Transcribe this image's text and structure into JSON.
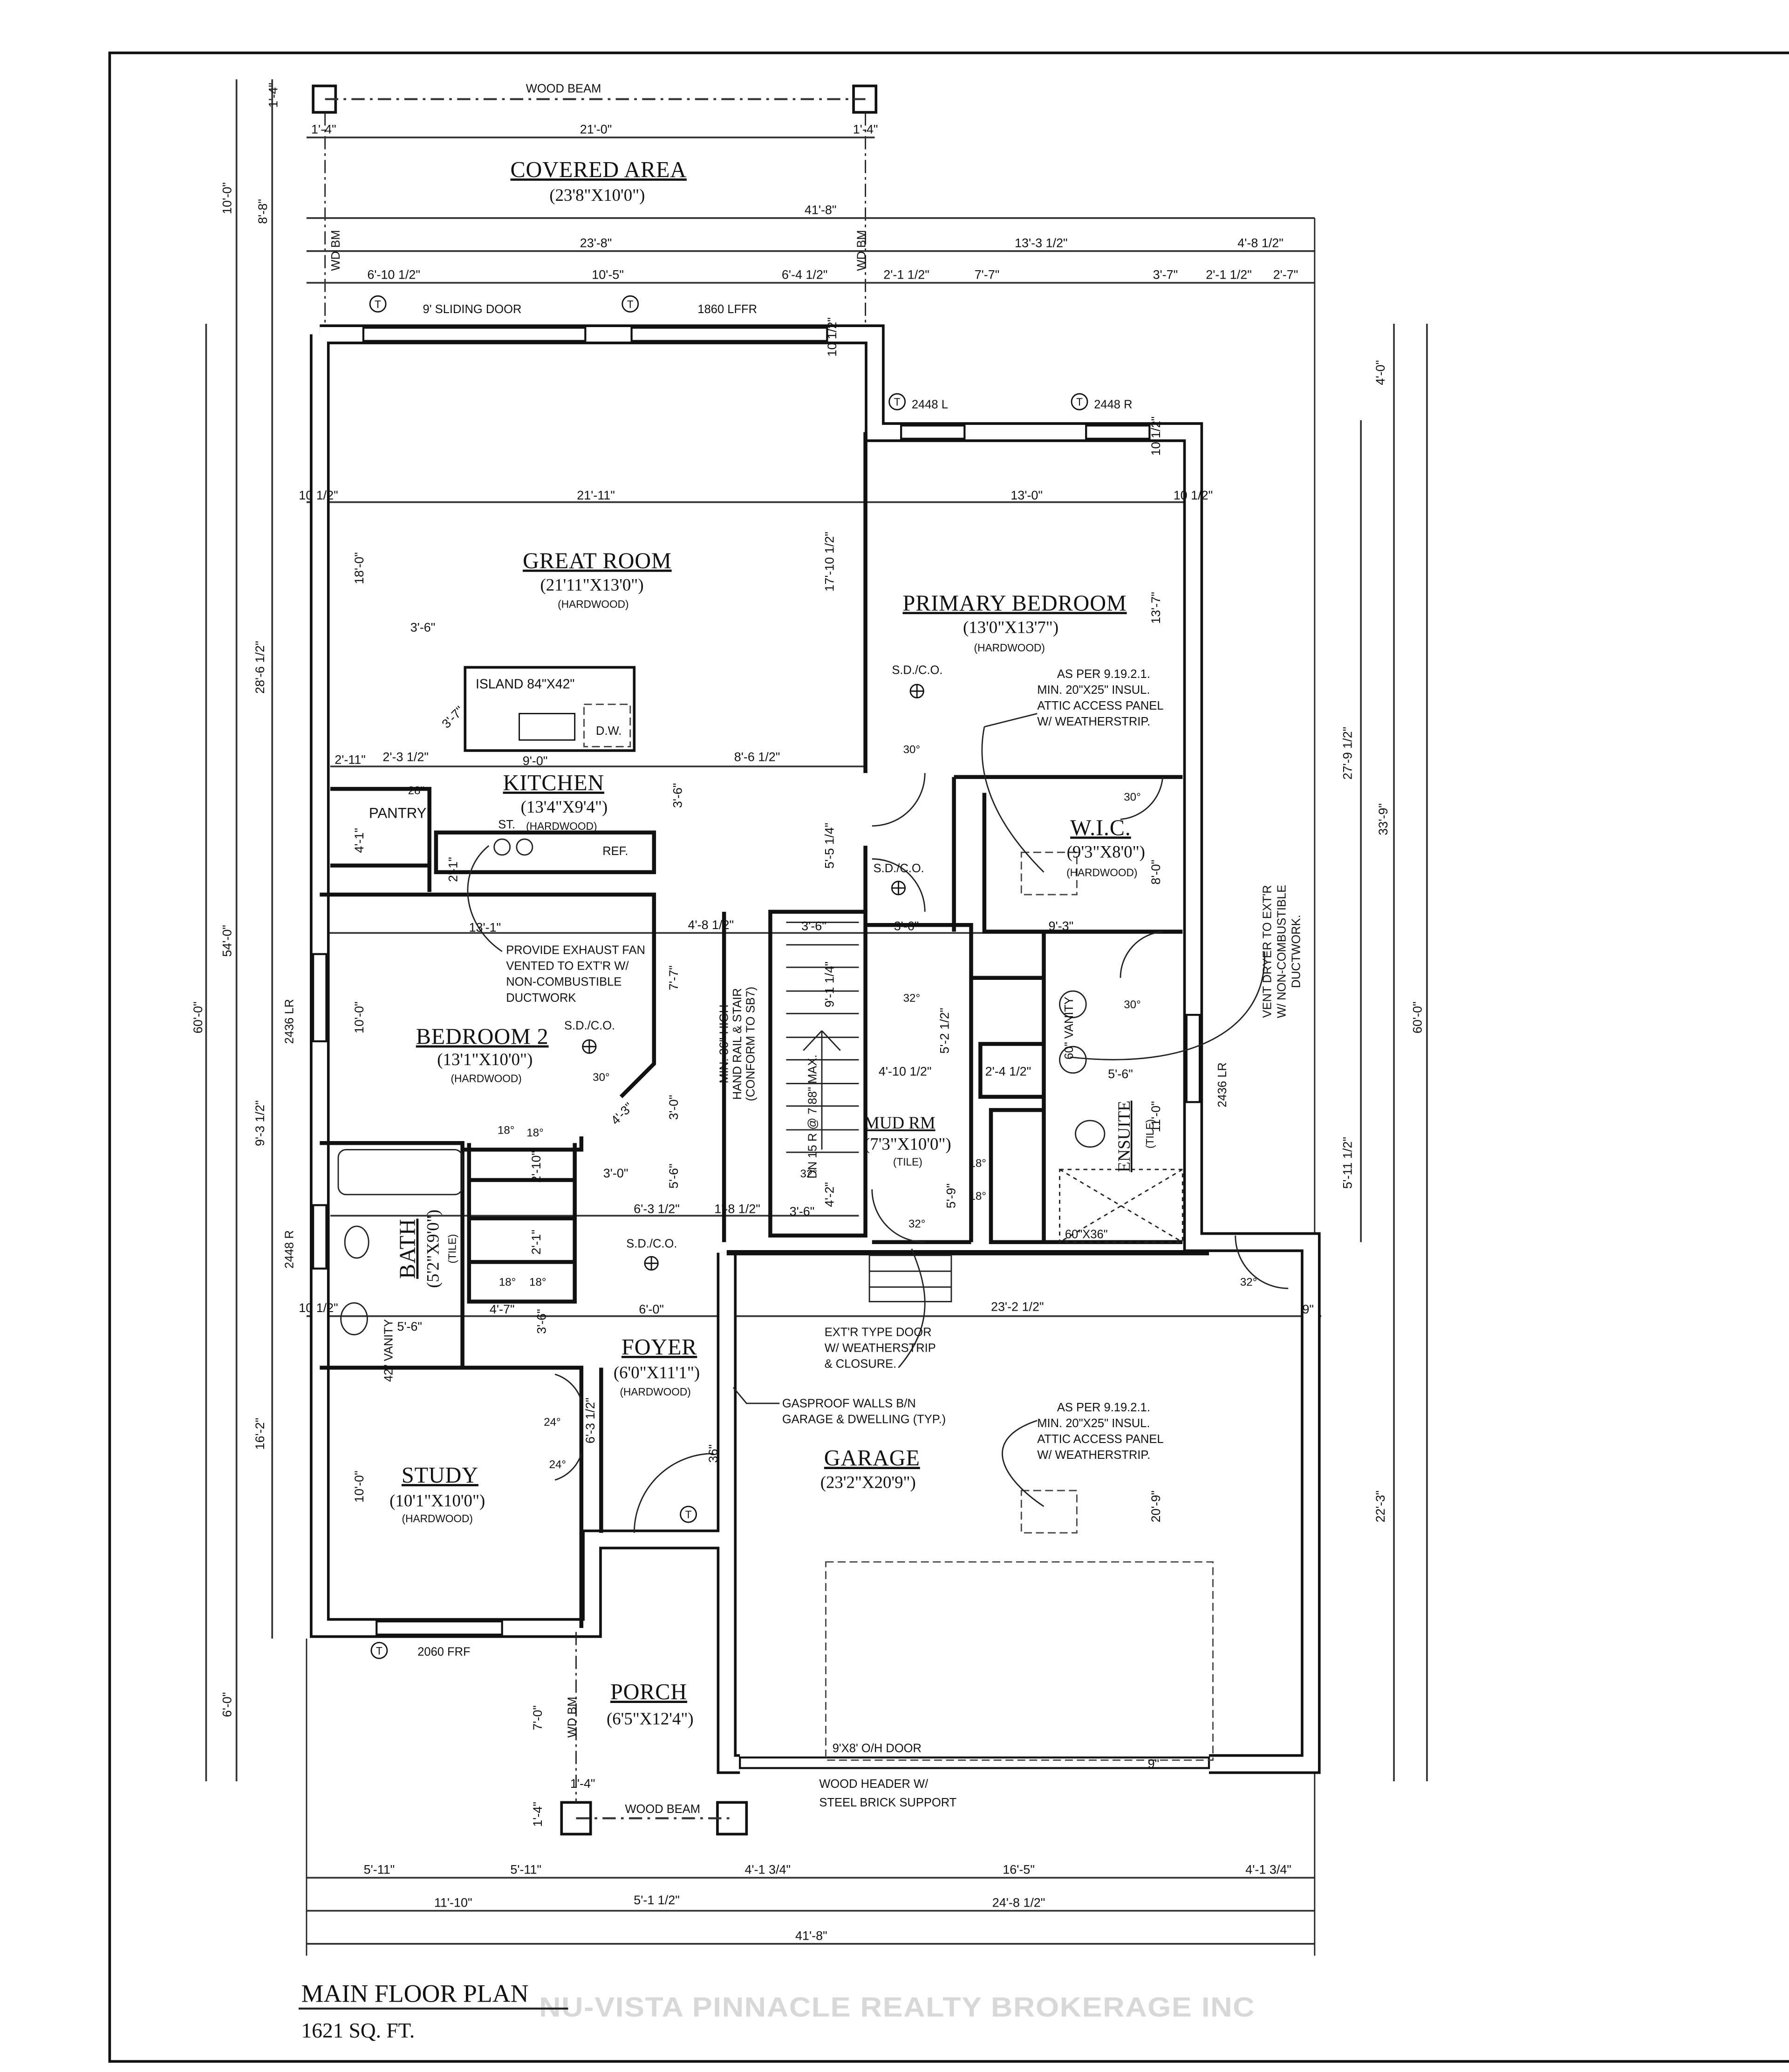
{
  "title": "MAIN FLOOR PLAN",
  "area": "1621 SQ. FT.",
  "watermark": "NU-VISTA PINNACLE REALTY BROKERAGE INC",
  "rooms": [
    {
      "name": "COVERED AREA",
      "size": "(23'8\"X10'0\")"
    },
    {
      "name": "GREAT ROOM",
      "size": "(21'11\"X13'0\")",
      "floor": "(HARDWOOD)"
    },
    {
      "name": "PRIMARY BEDROOM",
      "size": "(13'0\"X13'7\")",
      "floor": "(HARDWOOD)"
    },
    {
      "name": "KITCHEN",
      "size": "(13'4\"X9'4\")",
      "floor": "(HARDWOOD)"
    },
    {
      "name": "W.I.C.",
      "size": "(9'3\"X8'0\")",
      "floor": "(HARDWOOD)"
    },
    {
      "name": "BEDROOM 2",
      "size": "(13'1\"X10'0\")",
      "floor": "(HARDWOOD)"
    },
    {
      "name": "MUD RM",
      "size": "(7'3\"X10'0\")",
      "floor": "(TILE)"
    },
    {
      "name": "ENSUITE",
      "floor": "(TILE)"
    },
    {
      "name": "BATH",
      "size": "(5'2\"X9'0\")",
      "floor": "(TILE)"
    },
    {
      "name": "FOYER",
      "size": "(6'0\"X11'1\")",
      "floor": "(HARDWOOD)"
    },
    {
      "name": "GARAGE",
      "size": "(23'2\"X20'9\")"
    },
    {
      "name": "STUDY",
      "size": "(10'1\"X10'0\")",
      "floor": "(HARDWOOD)"
    },
    {
      "name": "PORCH",
      "size": "(6'5\"X12'4\")"
    },
    {
      "name": "PANTRY"
    }
  ],
  "openings": {
    "sliding_door": "9' SLIDING DOOR",
    "lffr": "1860 LFFR",
    "w_2448_l": "2448 L",
    "w_2448_r": "2448 R",
    "w_2436_lr_left": "2436 LR",
    "w_2436_lr_right": "2436 LR",
    "w_2448_r_bath": "2448 R",
    "w_2060_frf": "2060 FRF",
    "garage_door": "9'X8' O/H DOOR",
    "wood_beam": "WOOD BEAM",
    "wd_bm": "WD BM",
    "tempered": "T"
  },
  "notes": {
    "attic_primary": [
      "AS PER 9.19.2.1.",
      "MIN. 20\"X25\" INSUL.",
      "ATTIC ACCESS PANEL",
      "W/ WEATHERSTRIP."
    ],
    "attic_garage": [
      "AS PER 9.19.2.1.",
      "MIN. 20\"X25\" INSUL.",
      "ATTIC ACCESS PANEL",
      "W/ WEATHERSTRIP."
    ],
    "exhaust": [
      "PROVIDE EXHAUST FAN",
      "VENTED TO EXT'R W/",
      "NON-COMBUSTIBLE",
      "DUCTWORK"
    ],
    "stair": [
      "MIN. 36\" HIGH",
      "HAND RAIL & STAIR",
      "(CONFORM TO SB7)"
    ],
    "dryer": [
      "VENT DRYER TO EXT'R",
      "W/ NON-COMBUSTIBLE",
      "DUCTWORK."
    ],
    "ext_door": [
      "EXT'R TYPE DOOR",
      "W/ WEATHERSTRIP",
      "& CLOSURE."
    ],
    "gasproof": [
      "GASPROOF WALLS B/N",
      "GARAGE & DWELLING (TYP.)"
    ],
    "header": [
      "WOOD HEADER W/",
      "STEEL BRICK SUPPORT"
    ],
    "stair_dn": "DN 15 R @ 7.88\" MAX.",
    "shower": "60\"X36\"",
    "island": "ISLAND 84\"X42\"",
    "dw": "D.W.",
    "st": "ST.",
    "ref": "REF.",
    "vanity60": "60\" VANITY",
    "vanity42": "42\" VANITY",
    "sdco": "S.D./C.O."
  },
  "angles": [
    "28\"",
    "30°",
    "30°",
    "32°",
    "30°",
    "30°",
    "18°",
    "18°",
    "32°",
    "18°",
    "18°",
    "32°",
    "32°",
    "18°",
    "18°",
    "24°",
    "24°"
  ],
  "dims": [
    "1'-4\"",
    "1'-4\"",
    "21'-0\"",
    "1'-4\"",
    "10'-0\"",
    "8'-8\"",
    "41'-8\"",
    "23'-8\"",
    "13'-3 1/2\"",
    "4'-8 1/2\"",
    "6'-10 1/2\"",
    "10'-5\"",
    "6'-4 1/2\"",
    "2'-1 1/2\"",
    "7'-7\"",
    "3'-7\"",
    "2'-1 1/2\"",
    "2'-7\"",
    "10 1/2\"",
    "4'-0\"",
    "10 1/2\"",
    "10 1/2\"",
    "21'-11\"",
    "13'-0\"",
    "10 1/2\"",
    "18'-0\"",
    "17'-10 1/2\"",
    "13'-7\"",
    "3'-6\"",
    "28'-6 1/2\"",
    "2'-11\"",
    "2'-3 1/2\"",
    "3'-7\"",
    "9'-0\"",
    "8'-6 1/2\"",
    "3'-6\"",
    "27'-9 1/2\"",
    "33'-9\"",
    "4'-1\"",
    "2'-1\"",
    "5'-5 1/4\"",
    "8'-0\"",
    "54'-0\"",
    "13'-1\"",
    "4'-8 1/2\"",
    "3'-6\"",
    "3'-6\"",
    "9'-3\"",
    "7'-7\"",
    "9'-1 1/4\"",
    "60'-0\"",
    "10'-0\"",
    "5'-2 1/2\"",
    "60'-0\"",
    "4'-10 1/2\"",
    "2'-4 1/2\"",
    "5'-6\"",
    "4'-3\"",
    "3'-0\"",
    "11'-0\"",
    "9'-3 1/2\"",
    "5'-11 1/2\"",
    "2'-10\"",
    "3'-0\"",
    "5'-6\"",
    "4'-2\"",
    "6'-3 1/2\"",
    "1'-8 1/2\"",
    "3'-6\"",
    "5'-9\"",
    "2'-1\"",
    "10 1/2\"",
    "4'-7\"",
    "6'-0\"",
    "23'-2 1/2\"",
    "9\"",
    "5'-6\"",
    "3'-6\"",
    "16'-2\"",
    "6'-3 1/2\"",
    "36\"",
    "10'-0\"",
    "20'-9\"",
    "22'-3\"",
    "6'-0\"",
    "7'-0\"",
    "9\"",
    "1'-4\"",
    "1'-4\"",
    "5'-11\"",
    "5'-11\"",
    "4'-1 3/4\"",
    "16'-5\"",
    "4'-1 3/4\"",
    "11'-10\"",
    "5'-1 1/2\"",
    "24'-8 1/2\"",
    "41'-8\""
  ]
}
